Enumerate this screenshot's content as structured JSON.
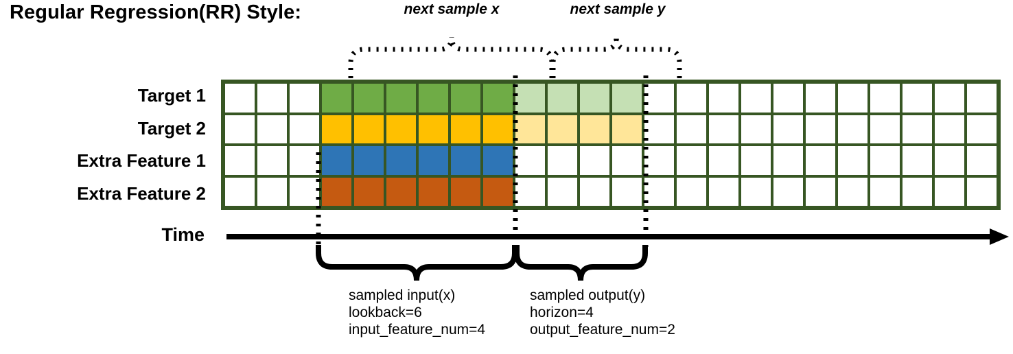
{
  "title": "Regular Regression(RR) Style:",
  "rows": [
    {
      "label": "Target 1",
      "color_key": "green"
    },
    {
      "label": "Target 2",
      "color_key": "yellow"
    },
    {
      "label": "Extra Feature 1",
      "color_key": "blue"
    },
    {
      "label": "Extra Feature 2",
      "color_key": "orange"
    }
  ],
  "grid": {
    "total_columns": 24,
    "pad_left_columns": 3,
    "input_columns": 6,
    "output_columns": 4,
    "pad_right_columns": 11,
    "input_start_index": 3,
    "output_start_index": 9
  },
  "colors": {
    "grid_line": "#375623",
    "empty": "#ffffff",
    "green": "#6FAC46",
    "green_light": "#C5E0B4",
    "yellow": "#FFC000",
    "yellow_light": "#FFE699",
    "blue": "#2E75B6",
    "orange": "#C55A11",
    "axis": "#000000"
  },
  "time_axis": {
    "label": "Time"
  },
  "top_annotations": [
    {
      "label": "next sample x",
      "name": "next-sample-x"
    },
    {
      "label": "next sample y",
      "name": "next-sample-y"
    }
  ],
  "bottom_annotations": [
    {
      "name": "sampled-input",
      "line1": "sampled input(x)",
      "line2": "lookback=6",
      "line3": "input_feature_num=4"
    },
    {
      "name": "sampled-output",
      "line1": "sampled output(y)",
      "line2": "horizon=4",
      "line3": "output_feature_num=2"
    }
  ]
}
